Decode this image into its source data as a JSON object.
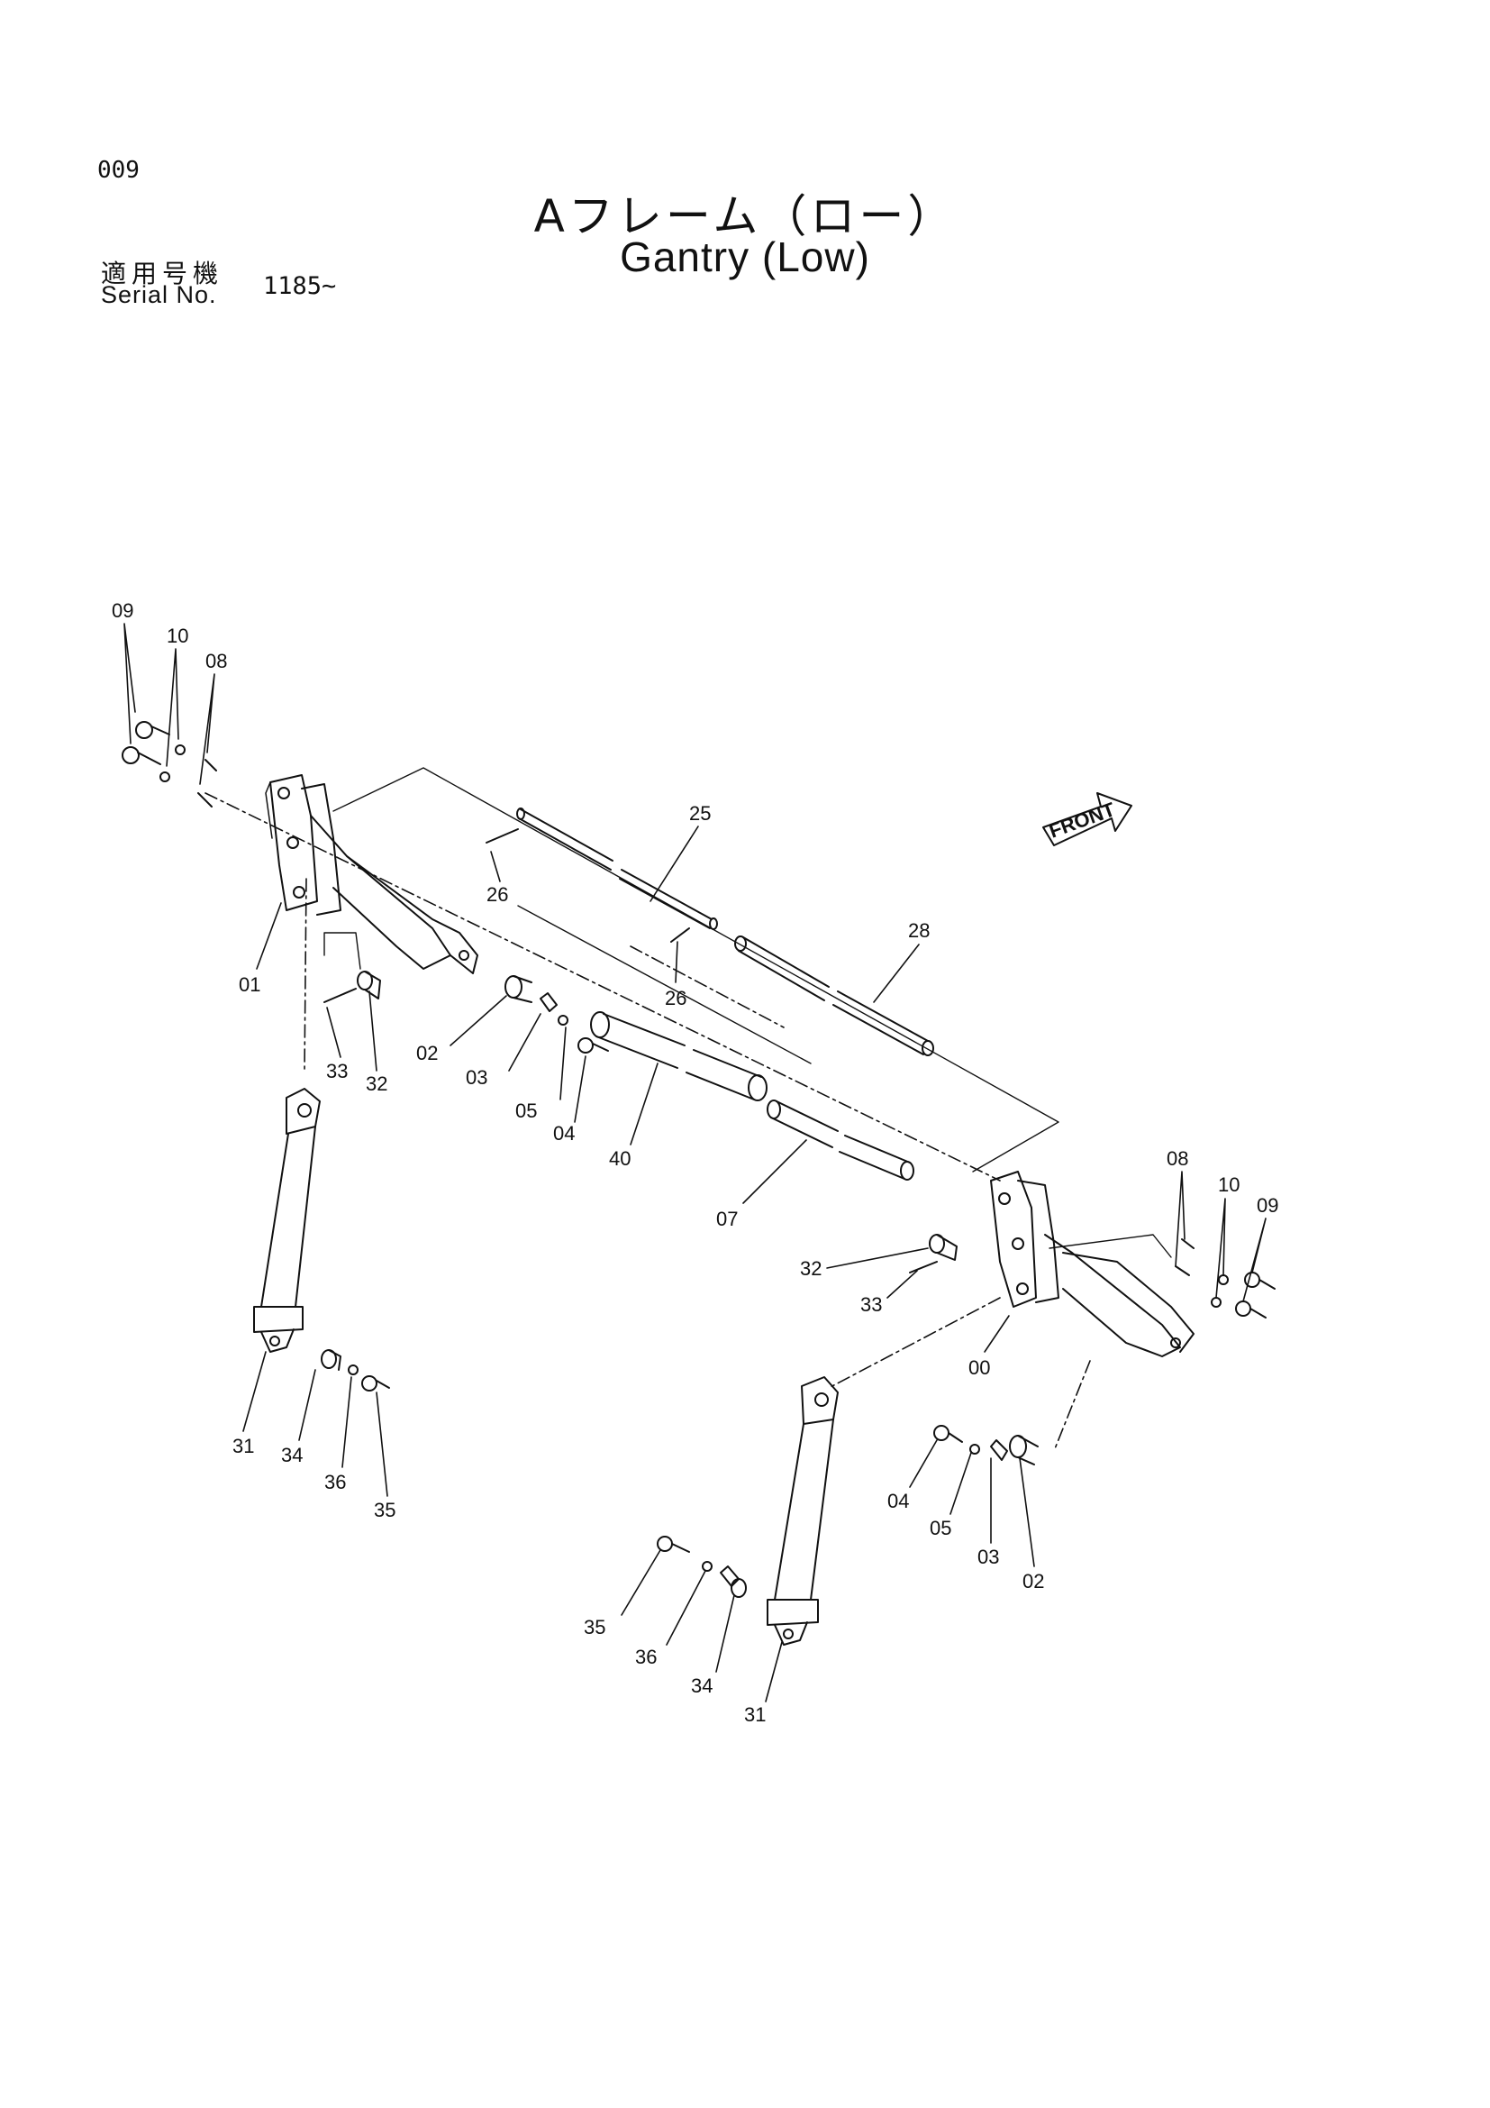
{
  "header": {
    "page_number": "009",
    "title_ja": "Aフレーム（ロー）",
    "title_en": "Gantry (Low)",
    "serial_label_ja": "適用号機",
    "serial_label_en": "Serial No.",
    "serial_value": "1185~"
  },
  "front_arrow": {
    "label": "FRONT"
  },
  "callouts": {
    "p09a": "09",
    "p10a": "10",
    "p08a": "08",
    "p01": "01",
    "p25": "25",
    "p26a": "26",
    "p26b": "26",
    "p28": "28",
    "p02a": "02",
    "p03a": "03",
    "p05a": "05",
    "p04a": "04",
    "p40": "40",
    "p07": "07",
    "p33a": "33",
    "p32a": "32",
    "p31a": "31",
    "p34a": "34",
    "p36a": "36",
    "p35a": "35",
    "p08b": "08",
    "p10b": "10",
    "p09b": "09",
    "p32b": "32",
    "p33b": "33",
    "p00": "00",
    "p04b": "04",
    "p05b": "05",
    "p03b": "03",
    "p02b": "02",
    "p35b": "35",
    "p36b": "36",
    "p34b": "34",
    "p31b": "31"
  },
  "colors": {
    "ink": "#111111",
    "paper": "#ffffff"
  }
}
